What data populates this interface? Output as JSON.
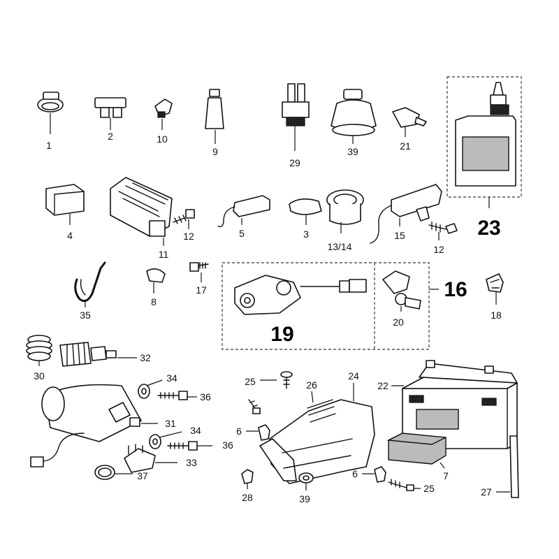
{
  "labels": {
    "p1": "1",
    "p2": "2",
    "p10": "10",
    "p9": "9",
    "p29": "29",
    "p39a": "39",
    "p21": "21",
    "p23": "23",
    "p4": "4",
    "p11": "11",
    "p12a": "12",
    "p5": "5",
    "p3": "3",
    "p1314": "13/14",
    "p15": "15",
    "p12b": "12",
    "p35": "35",
    "p8": "8",
    "p17": "17",
    "p19": "19",
    "p16": "16",
    "p20": "20",
    "p18": "18",
    "p30": "30",
    "p32": "32",
    "p34a": "34",
    "p36a": "36",
    "p31": "31",
    "p34b": "34",
    "p36b": "36",
    "p33": "33",
    "p37": "37",
    "p25a": "25",
    "p26": "26",
    "p24": "24",
    "p22": "22",
    "p6a": "6",
    "p28": "28",
    "p39b": "39",
    "p6b": "6",
    "p25b": "25",
    "p7": "7",
    "p27": "27"
  }
}
